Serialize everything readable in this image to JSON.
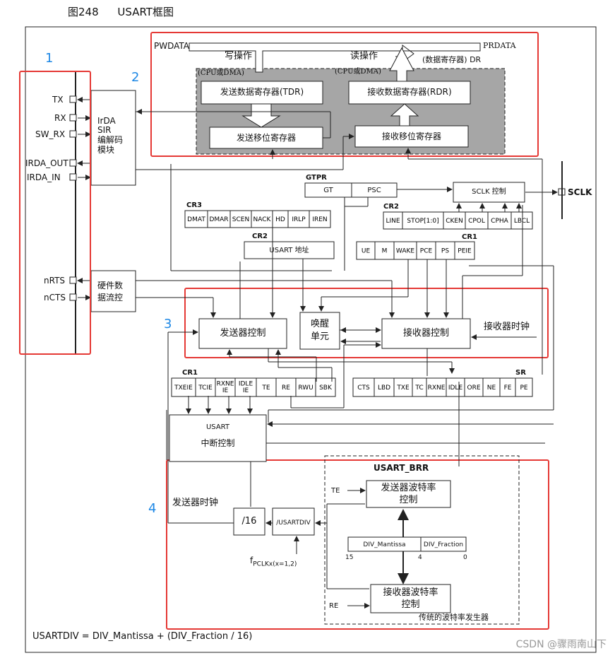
{
  "figure": {
    "label": "图248",
    "title": "USART框图"
  },
  "callouts": [
    "1",
    "2",
    "3",
    "4"
  ],
  "pins": {
    "tx": "TX",
    "rx": "RX",
    "sw_rx": "SW_RX",
    "irda_out": "IRDA_OUT",
    "irda_in": "IRDA_IN",
    "nrts": "nRTS",
    "ncts": "nCTS",
    "sclk": "SCLK"
  },
  "blocks": {
    "irda": [
      "IrDA",
      "SIR",
      "编解码",
      "模块"
    ],
    "hwflow": [
      "硬件数",
      "据流控"
    ],
    "tdr": "发送数据寄存器(TDR)",
    "rdr": "接收数据寄存器(RDR)",
    "tx_shift": "发送移位寄存器",
    "rx_shift": "接收移位寄存器",
    "tx_ctrl": "发送器控制",
    "rx_ctrl": "接收器控制",
    "wakeup": [
      "唤醒",
      "单元"
    ],
    "sclk_ctrl": "SCLK 控制",
    "usart_addr": "USART 地址",
    "irq_ctrl": [
      "USART",
      "中断控制"
    ],
    "div16": "/16",
    "usartdiv": "/USARTDIV",
    "tx_baud": [
      "发送器波特率",
      "控制"
    ],
    "rx_baud": [
      "接收器波特率",
      "控制"
    ]
  },
  "bus": {
    "pwdata": "PWDATA",
    "prdata": "PRDATA",
    "write_op": "写操作",
    "read_op": "读操作",
    "data_reg": "(数据寄存器) DR",
    "cpu_dma_w": "(CPU或DMA)",
    "cpu_dma_r": "(CPU或DMA)"
  },
  "registers": {
    "gtpr": {
      "name": "GTPR",
      "fields": [
        "GT",
        "PSC"
      ]
    },
    "cr3": {
      "name": "CR3",
      "fields": [
        "DMAT",
        "DMAR",
        "SCEN",
        "NACK",
        "HD",
        "IRLP",
        "IREN"
      ]
    },
    "cr2_top": {
      "name": "CR2",
      "fields": [
        "LINE",
        "STOP[1:0]",
        "CKEN",
        "CPOL",
        "CPHA",
        "LBCL"
      ]
    },
    "cr2_mid": {
      "name": "CR2"
    },
    "cr1_top": {
      "name": "CR1",
      "fields": [
        "UE",
        "M",
        "WAKE",
        "PCE",
        "PS",
        "PEIE"
      ]
    },
    "cr1_bottom": {
      "name": "CR1",
      "fields": [
        "TXEIE",
        "TCIE",
        "RXNE IE",
        "IDLE IE",
        "TE",
        "RE",
        "RWU",
        "SBK"
      ]
    },
    "sr": {
      "name": "SR",
      "fields": [
        "CTS",
        "LBD",
        "TXE",
        "TC",
        "RXNE",
        "IDLE",
        "ORE",
        "NE",
        "FE",
        "PE"
      ]
    },
    "brr": {
      "name": "USART_BRR",
      "fields": [
        "DIV_Mantissa",
        "DIV_Fraction"
      ],
      "bits": [
        "15",
        "4",
        "0"
      ]
    }
  },
  "labels": {
    "rx_clock": "接收器时钟",
    "tx_clock": "发送器时钟",
    "te": "TE",
    "re": "RE",
    "fpclk_main": "f",
    "fpclk_sub": "PCLKx(x=1,2)",
    "baud_gen": "传统的波特率发生器"
  },
  "formula": "USARTDIV = DIV_Mantissa + (DIV_Fraction / 16)",
  "watermark": "CSDN @骤雨南山下",
  "colors": {
    "highlight": "#e53935",
    "callout": "#1e88e5",
    "shade": "#a6a6a6",
    "line": "#222222"
  }
}
